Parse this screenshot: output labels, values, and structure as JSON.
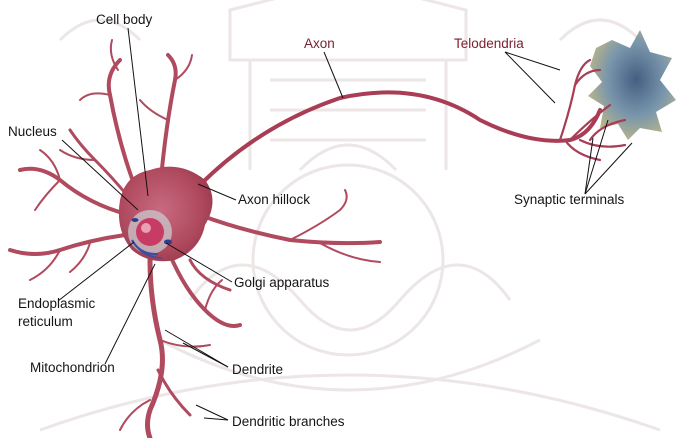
{
  "labels": {
    "cell_body": "Cell body",
    "axon": "Axon",
    "telodendria": "Telodendria",
    "nucleus": "Nucleus",
    "axon_hillock": "Axon hillock",
    "synaptic_terminals": "Synaptic terminals",
    "golgi_apparatus": "Golgi apparatus",
    "endoplasmic_reticulum_line1": "Endoplasmic",
    "endoplasmic_reticulum_line2": "reticulum",
    "mitochondrion": "Mitochondrion",
    "dendrite": "Dendrite",
    "dendritic_branches": "Dendritic branches"
  },
  "colors": {
    "neuron": "#b04a5e",
    "neuron_dark": "#8c2f42",
    "nucleus": "#d8436a",
    "target_cell": "#5b7f9c",
    "watermark": "#e9e3e3",
    "leader": "#111111"
  }
}
